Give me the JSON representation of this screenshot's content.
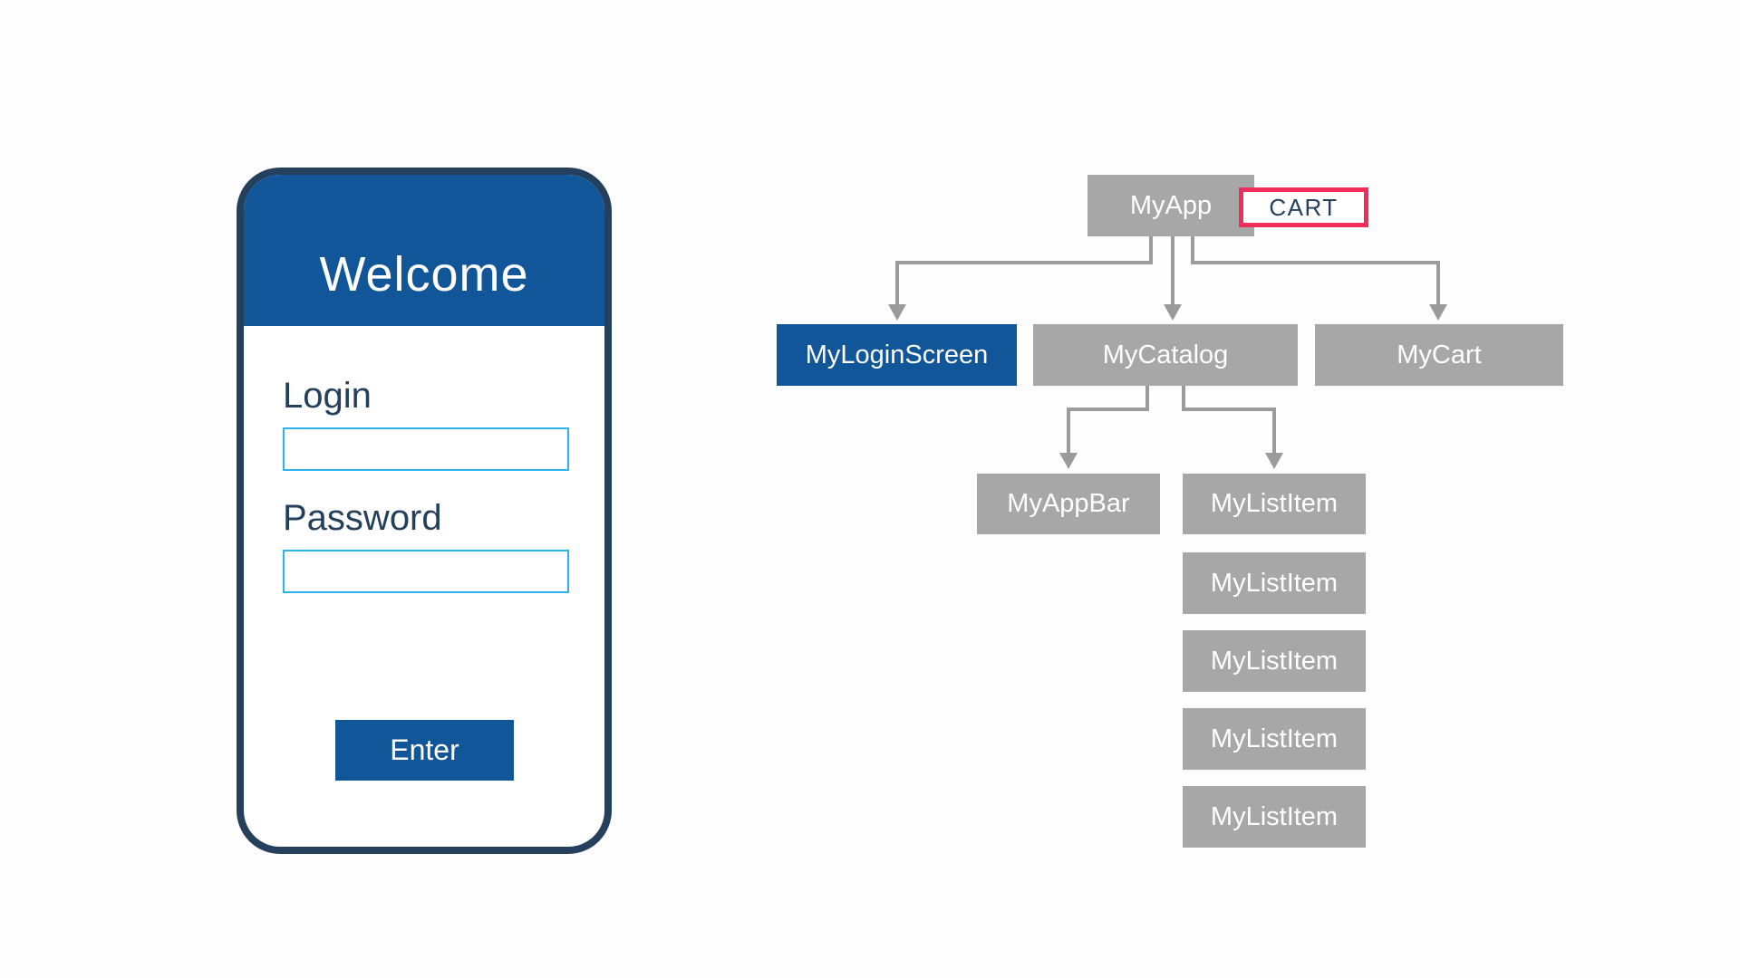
{
  "background_color": "#fdfdfd",
  "colors": {
    "primary_blue": "#12569a",
    "dark_navy": "#24405c",
    "node_gray": "#a7a7a7",
    "connector_gray": "#9b9b9b",
    "cart_border_red": "#f12d5c",
    "input_border_cyan": "#2bb3f2",
    "white": "#ffffff"
  },
  "phone": {
    "title": "Welcome",
    "login_label": "Login",
    "login_value": "",
    "password_label": "Password",
    "password_value": "",
    "enter_button_label": "Enter"
  },
  "tree": {
    "nodes": {
      "myapp": {
        "label": "MyApp",
        "style": "gray"
      },
      "cart_badge": {
        "label": "CART",
        "style": "outlined-red"
      },
      "login": {
        "label": "MyLoginScreen",
        "style": "blue"
      },
      "catalog": {
        "label": "MyCatalog",
        "style": "gray"
      },
      "mycart": {
        "label": "MyCart",
        "style": "gray"
      },
      "appbar": {
        "label": "MyAppBar",
        "style": "gray"
      },
      "listitem1": {
        "label": "MyListItem",
        "style": "gray"
      },
      "listitem2": {
        "label": "MyListItem",
        "style": "gray"
      },
      "listitem3": {
        "label": "MyListItem",
        "style": "gray"
      },
      "listitem4": {
        "label": "MyListItem",
        "style": "gray"
      },
      "listitem5": {
        "label": "MyListItem",
        "style": "gray"
      }
    },
    "edges": [
      "MyApp -> MyLoginScreen",
      "MyApp -> MyCatalog",
      "MyApp -> MyCart",
      "MyCatalog -> MyAppBar",
      "MyCatalog -> MyListItem"
    ]
  }
}
